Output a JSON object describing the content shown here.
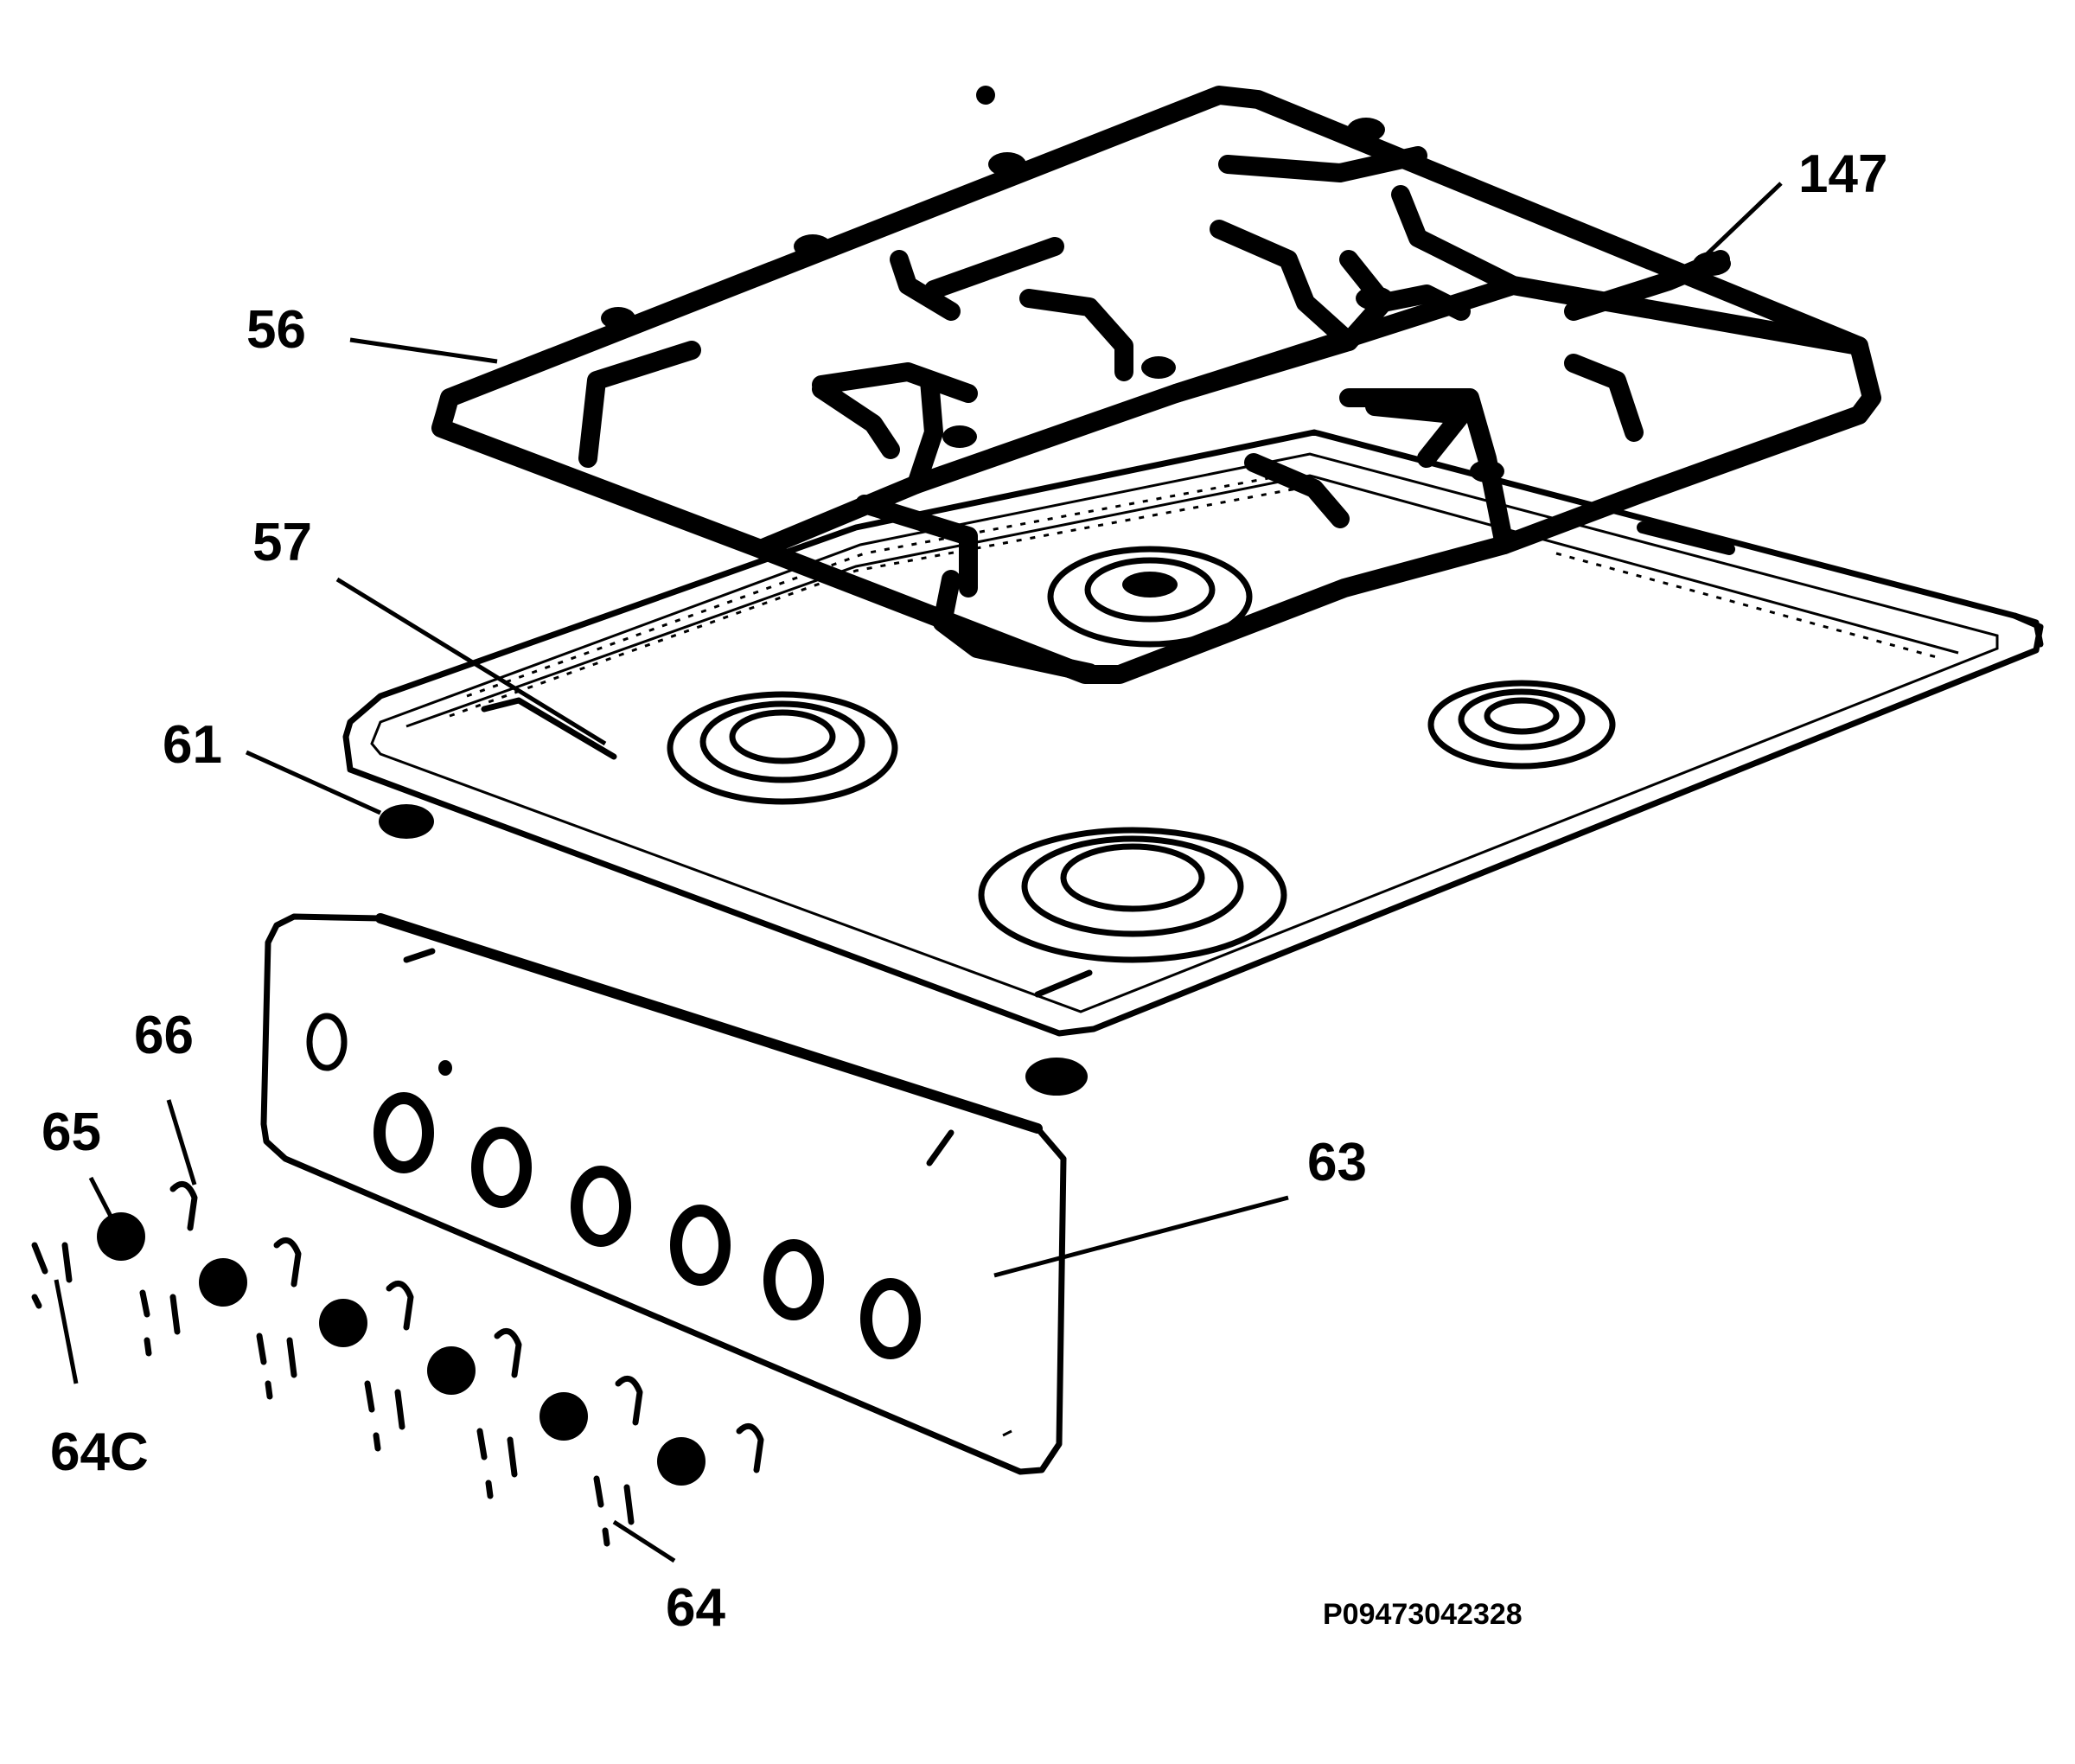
{
  "labels": {
    "grate_right": "147",
    "grate_left": "56",
    "hob_top": "57",
    "foot": "61",
    "seal": "66",
    "knob_cap": "65",
    "control_panel": "63",
    "knob_spring": "64C",
    "knob": "64"
  },
  "drawing_code": "P09473042328",
  "line_color": "#000000",
  "background_color": "#ffffff"
}
